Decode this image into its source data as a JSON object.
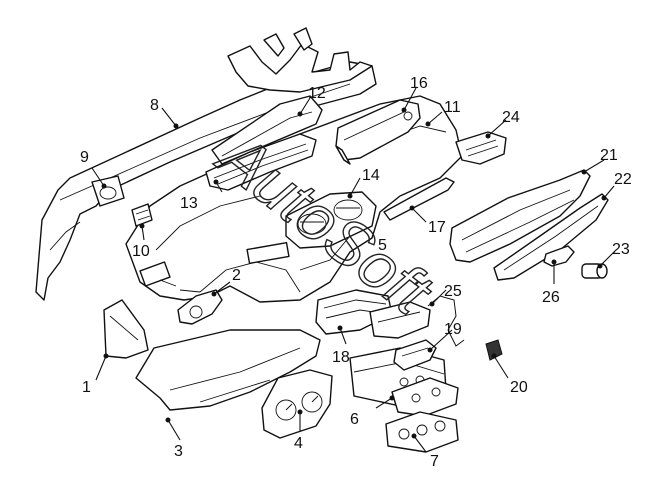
{
  "callouts": {
    "c1": "1",
    "c2": "2",
    "c3": "3",
    "c4": "4",
    "c5": "5",
    "c6": "6",
    "c7": "7",
    "c8": "8",
    "c9": "9",
    "c10": "10",
    "c11": "11",
    "c12": "12",
    "c13": "13",
    "c14": "14",
    "c16": "16",
    "c17": "17",
    "c18": "18",
    "c19": "19",
    "c20": "20",
    "c21": "21",
    "c22": "22",
    "c23": "23",
    "c24": "24",
    "c25": "25",
    "c26": "26"
  },
  "watermark": "AutoSoft"
}
